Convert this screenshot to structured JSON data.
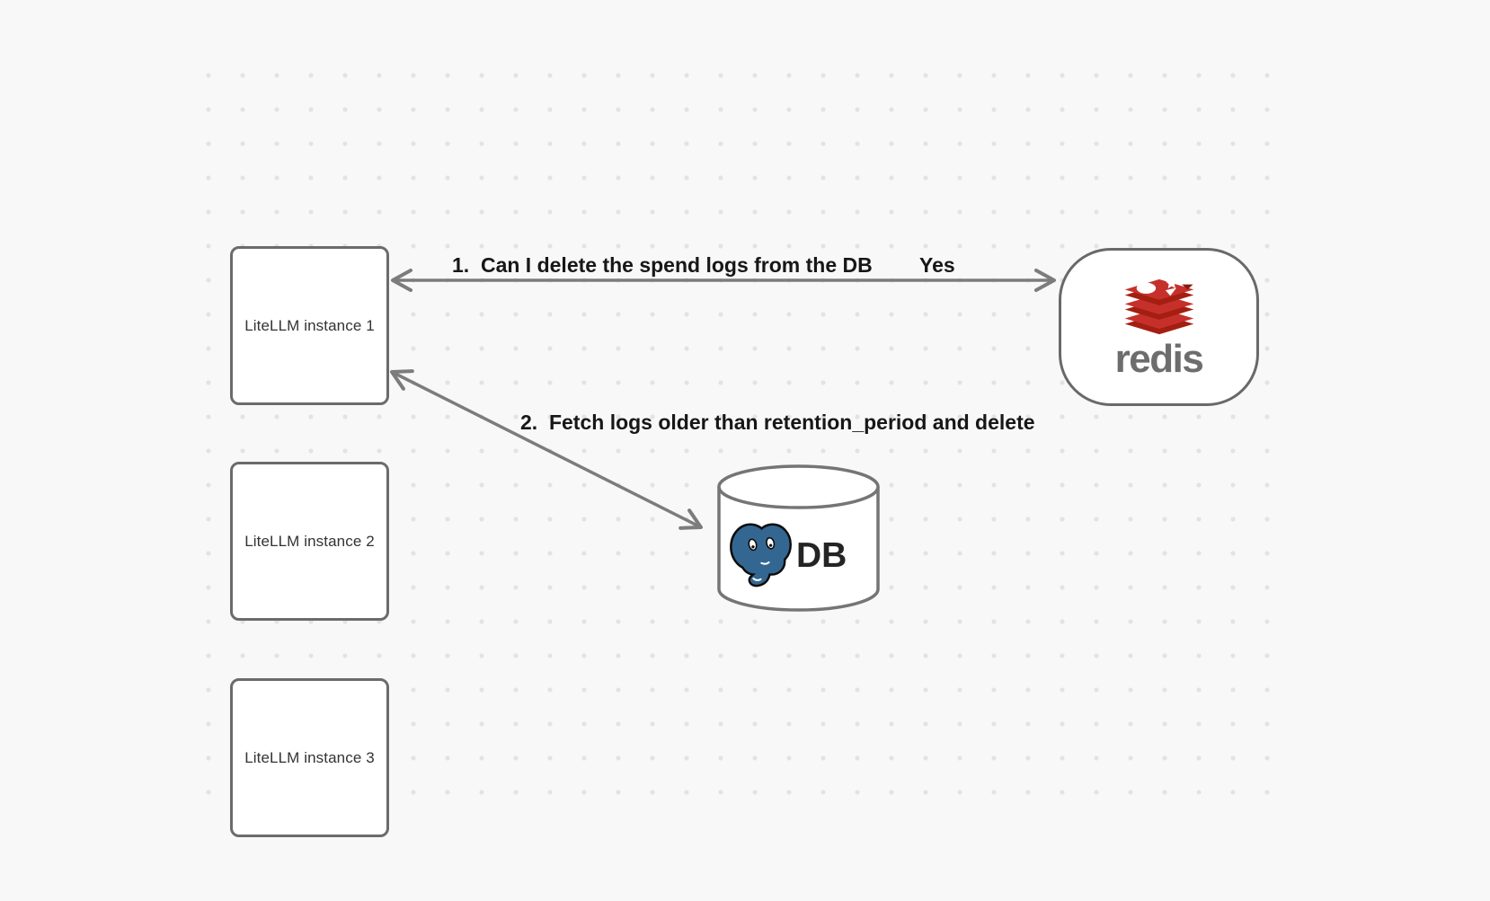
{
  "canvas": {
    "background_color": "#f8f8f8",
    "dot_color": "#e3e3e3"
  },
  "nodes": {
    "instance1": {
      "label": "LiteLLM instance 1"
    },
    "instance2": {
      "label": "LiteLLM instance 2"
    },
    "instance3": {
      "label": "LiteLLM instance 3"
    },
    "redis": {
      "label": "redis",
      "icon": "redis-logo"
    },
    "db": {
      "label": "DB",
      "icon": "postgresql-logo"
    }
  },
  "edges": {
    "redis_query": {
      "label": "1.  Can I delete the spend logs from the DB",
      "reply": "Yes",
      "from": "redis",
      "to": "instance1",
      "style": "double-arrow"
    },
    "db_fetch": {
      "label": "2.  Fetch logs older than retention_period and delete",
      "from": "instance1",
      "to": "db",
      "style": "double-arrow"
    }
  },
  "colors": {
    "node_border": "#6b6b6b",
    "arrow": "#7c7c7c",
    "edge_label_text": "#171717",
    "node_label_text": "#333333",
    "redis_red": "#c6302b",
    "redis_dark_red": "#a41e11",
    "redis_wordmark_gray": "#6d6d6d",
    "postgres_blue": "#336791"
  }
}
